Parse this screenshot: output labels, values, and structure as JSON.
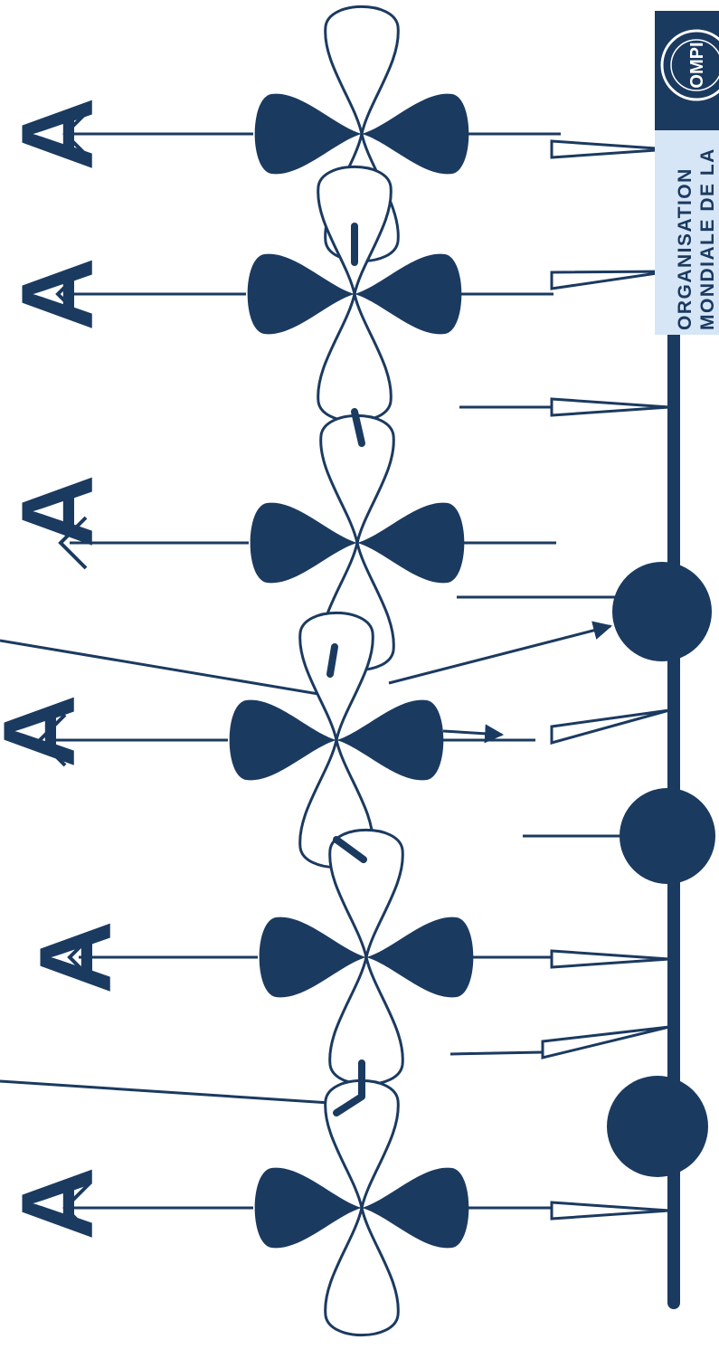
{
  "colors": {
    "primary": "#1b3a60",
    "logo_panel": "#d6e6f7",
    "logo_badge": "#1b3a60",
    "background": "#ffffff"
  },
  "diagram": {
    "orbital_labels": [
      "A",
      "A",
      "A",
      "A",
      "A",
      "A"
    ],
    "icons": [
      "p-orbital-icon",
      "backbone-line",
      "dot-node",
      "wedge-bond-icon",
      "arrow-icon"
    ]
  },
  "logo": {
    "line1": "ORGANISATION",
    "line2": "MONDIALE DE LA",
    "mark": "OMPI"
  }
}
